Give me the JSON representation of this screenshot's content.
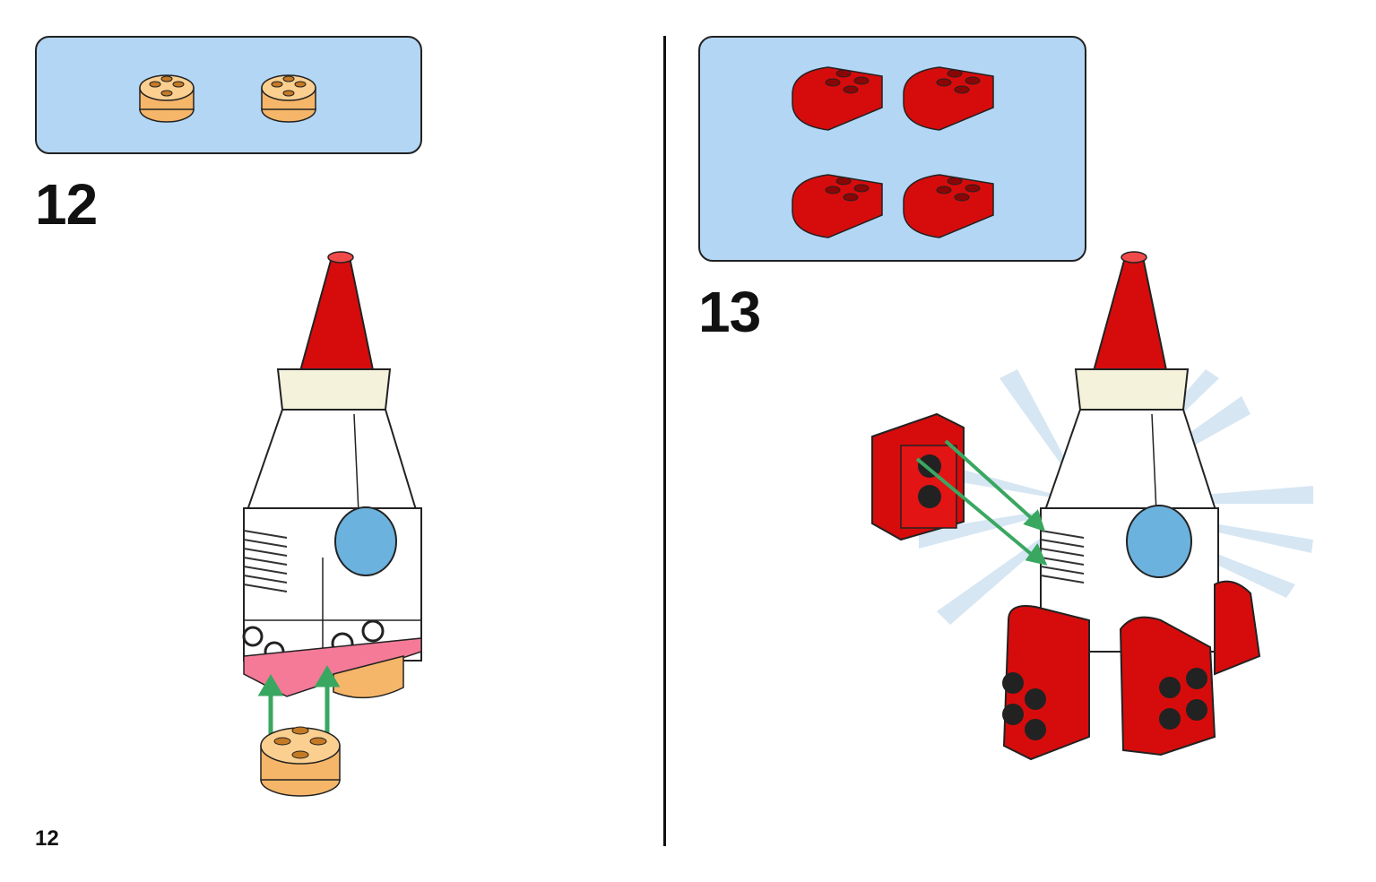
{
  "steps": [
    {
      "number": "12",
      "parts": [
        {
          "icon": "orange-round-brick-icon",
          "qty": 2
        }
      ]
    },
    {
      "number": "13",
      "parts": [
        {
          "icon": "red-curved-slope-brick-icon",
          "qty": 4
        }
      ]
    }
  ],
  "page_number": "12",
  "colors": {
    "parts_bg": "#b3d6f4",
    "red": "#d60c0c",
    "orange_trans": "#f6b669",
    "white": "#ffffff",
    "porthole": "#6cb2de",
    "pink": "#f47a98",
    "arrow": "#3aa761"
  }
}
